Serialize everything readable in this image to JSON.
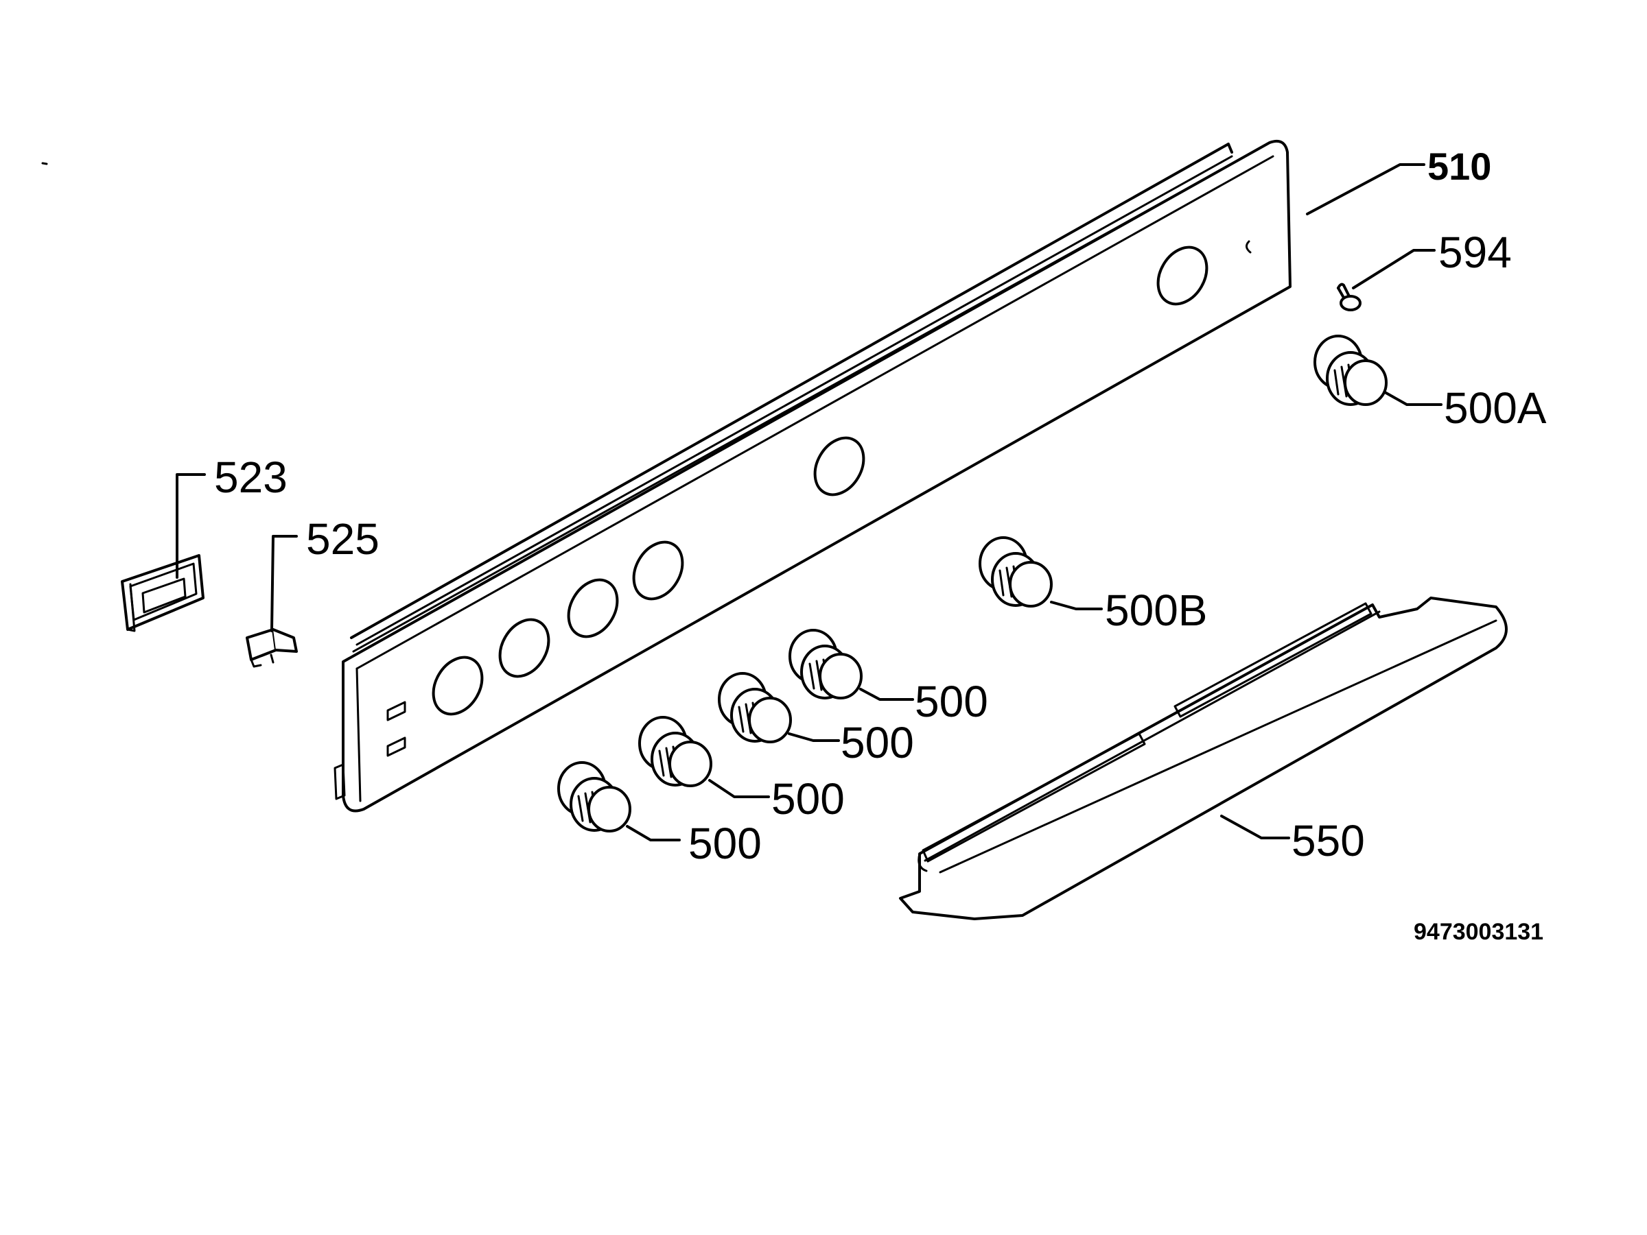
{
  "labels": {
    "panel": "510",
    "screw": "594",
    "knob_a": "500A",
    "knob_b": "500B",
    "lamp": "523",
    "switch": "525",
    "knob_1": "500",
    "knob_2": "500",
    "knob_3": "500",
    "knob_4": "500",
    "trim": "550"
  },
  "ref_code": "9473003131"
}
